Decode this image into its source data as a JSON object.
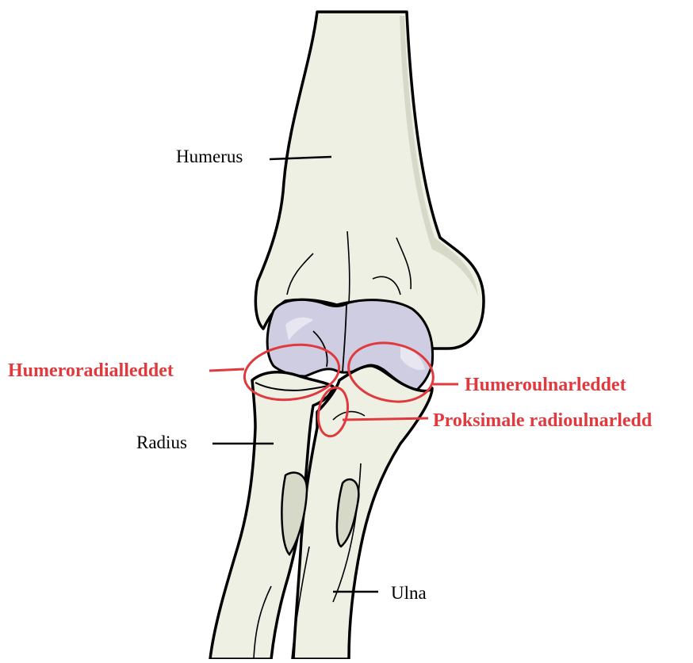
{
  "labels": {
    "humerus": "Humerus",
    "radius": "Radius",
    "ulna": "Ulna",
    "humeroradial": "Humeroradialleddet",
    "humeroulnar": "Humeroulnarleddet",
    "proximal_radioulnar": "Proksimale radioulnarledd"
  },
  "colors": {
    "bone_fill": "#eef0e4",
    "bone_shadow": "#d6d9c8",
    "cartilage": "#cfcde2",
    "outline": "#000000",
    "highlight": "#e0393e"
  }
}
